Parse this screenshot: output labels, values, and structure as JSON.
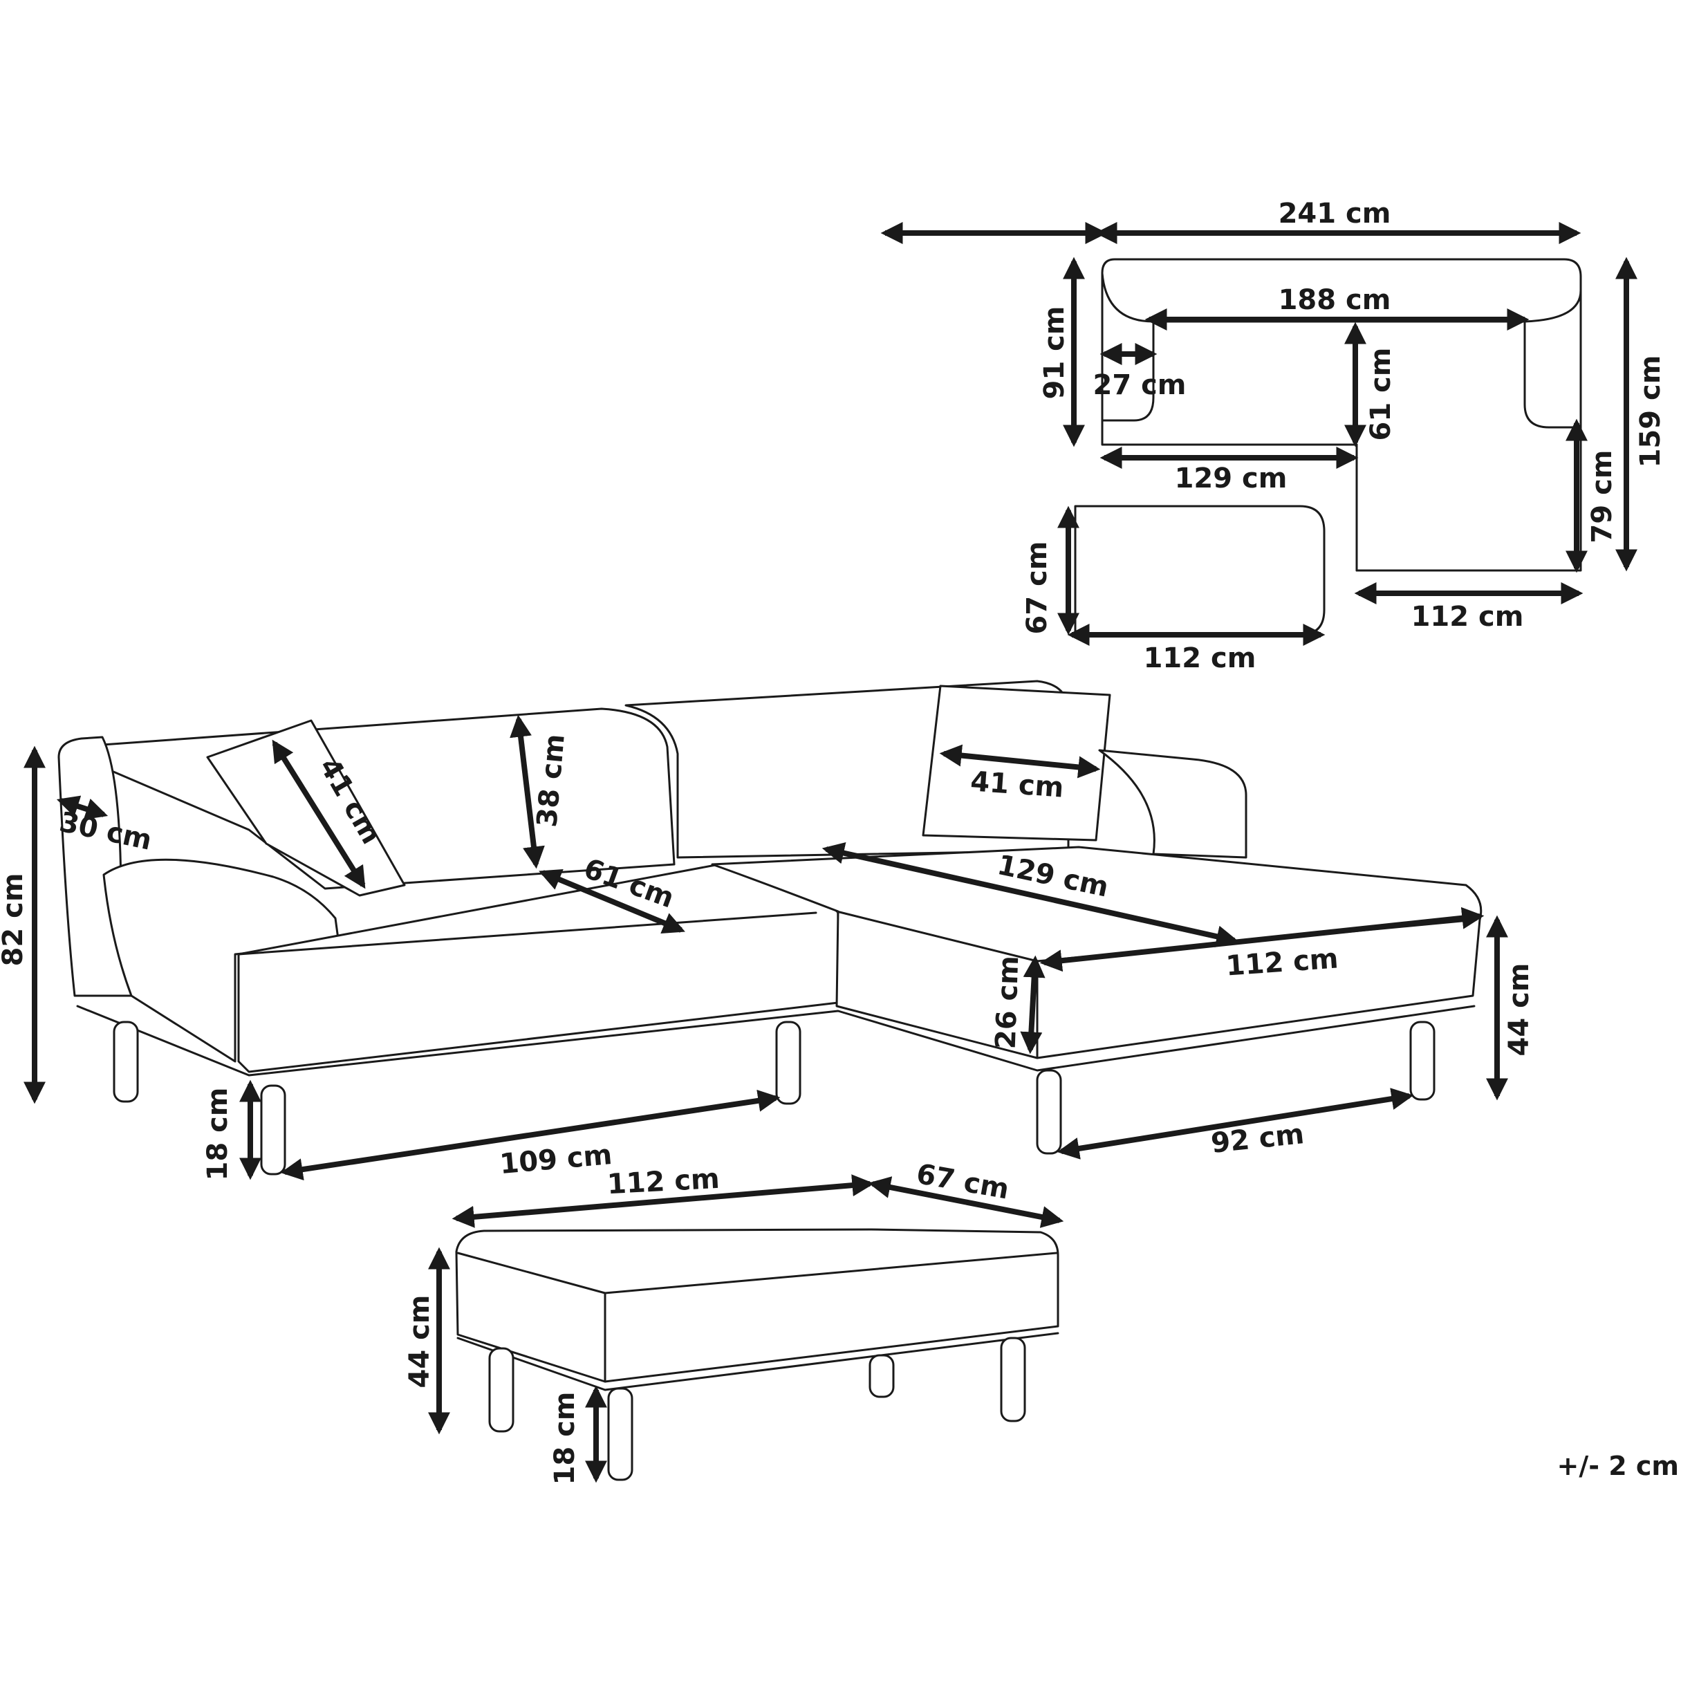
{
  "top_view": {
    "overall_width": "241 cm",
    "inner_width": "188 cm",
    "depth": "91 cm",
    "armrest_width": "27 cm",
    "seat_depth": "61 cm",
    "main_length": "129 cm",
    "total_depth": "159 cm",
    "chaise_extension": "79 cm",
    "chaise_width": "112 cm"
  },
  "ottoman_top": {
    "depth": "67 cm",
    "width": "112 cm"
  },
  "sofa_perspective": {
    "height": "82 cm",
    "armrest_width": "30 cm",
    "pillow_left": "41 cm",
    "back_height": "38 cm",
    "seat_depth": "61 cm",
    "pillow_right": "41 cm",
    "chaise_length": "129 cm",
    "chaise_width": "112 cm",
    "cushion_height": "26 cm",
    "seat_height": "44 cm",
    "leg_height": "18 cm",
    "leg_span_main": "109 cm",
    "leg_span_chaise": "92 cm"
  },
  "ottoman_perspective": {
    "width": "112 cm",
    "depth": "67 cm",
    "height": "44 cm",
    "leg_height": "18 cm"
  },
  "tolerance": "+/- 2 cm"
}
